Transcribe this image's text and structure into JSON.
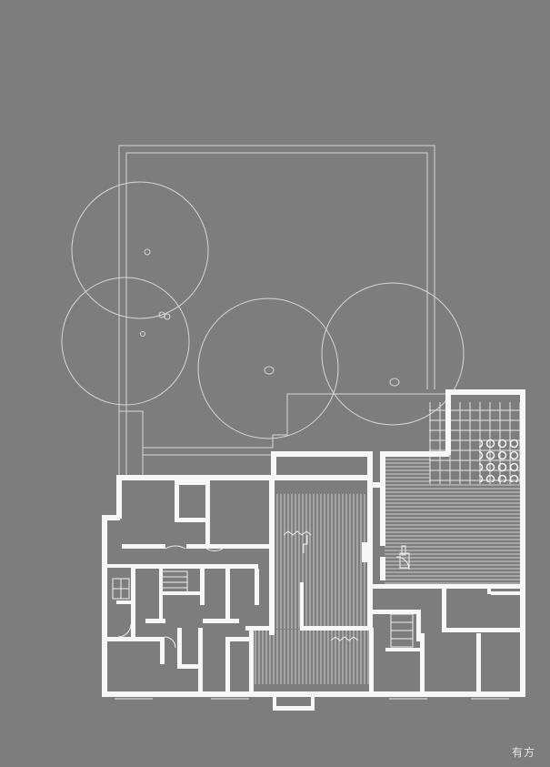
{
  "drawing": {
    "background_color": "#7d7d7d",
    "line_color": "#f7f7f7",
    "thin_line_color": "#d6d6d6"
  },
  "trees": [
    {
      "kind": "tree-canopy"
    },
    {
      "kind": "tree-canopy"
    },
    {
      "kind": "tree-canopy"
    },
    {
      "kind": "tree-canopy"
    }
  ],
  "watermark": {
    "text": "有方"
  }
}
